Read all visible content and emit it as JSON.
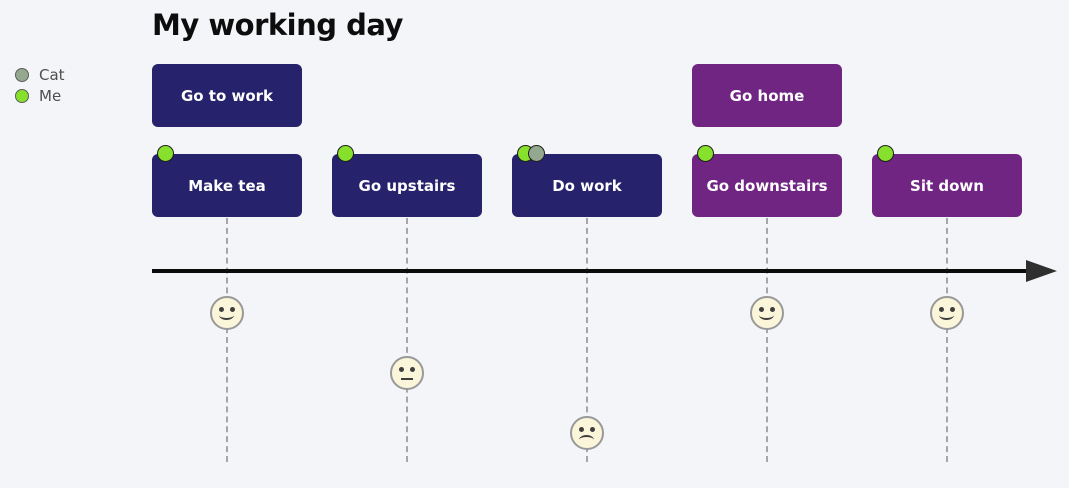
{
  "title": "My working day",
  "legend": {
    "items": [
      {
        "label": "Cat",
        "color": "#93a88e"
      },
      {
        "label": "Me",
        "color": "#86e02c"
      }
    ]
  },
  "steps": [
    {
      "label": "Go to work",
      "group": "navy",
      "row": "top",
      "markers": []
    },
    {
      "label": "Make tea",
      "group": "navy",
      "row": "main",
      "markers": [
        "me"
      ],
      "mood": "happy"
    },
    {
      "label": "Go upstairs",
      "group": "navy",
      "row": "main",
      "markers": [
        "me"
      ],
      "mood": "neutral"
    },
    {
      "label": "Do work",
      "group": "navy",
      "row": "main",
      "markers": [
        "me",
        "cat"
      ],
      "mood": "sad"
    },
    {
      "label": "Go home",
      "group": "purple",
      "row": "top",
      "markers": []
    },
    {
      "label": "Go downstairs",
      "group": "purple",
      "row": "main",
      "markers": [
        "me"
      ],
      "mood": "happy"
    },
    {
      "label": "Sit down",
      "group": "purple",
      "row": "main",
      "markers": [
        "me"
      ],
      "mood": "happy"
    }
  ],
  "colors": {
    "navy": "#26226b",
    "purple": "#702583",
    "me_green": "#86e02c",
    "cat_gray_green": "#93a88e",
    "face_fill": "#fbf6da",
    "axis_black": "#0b0b0b",
    "background": "#f4f5f8"
  }
}
